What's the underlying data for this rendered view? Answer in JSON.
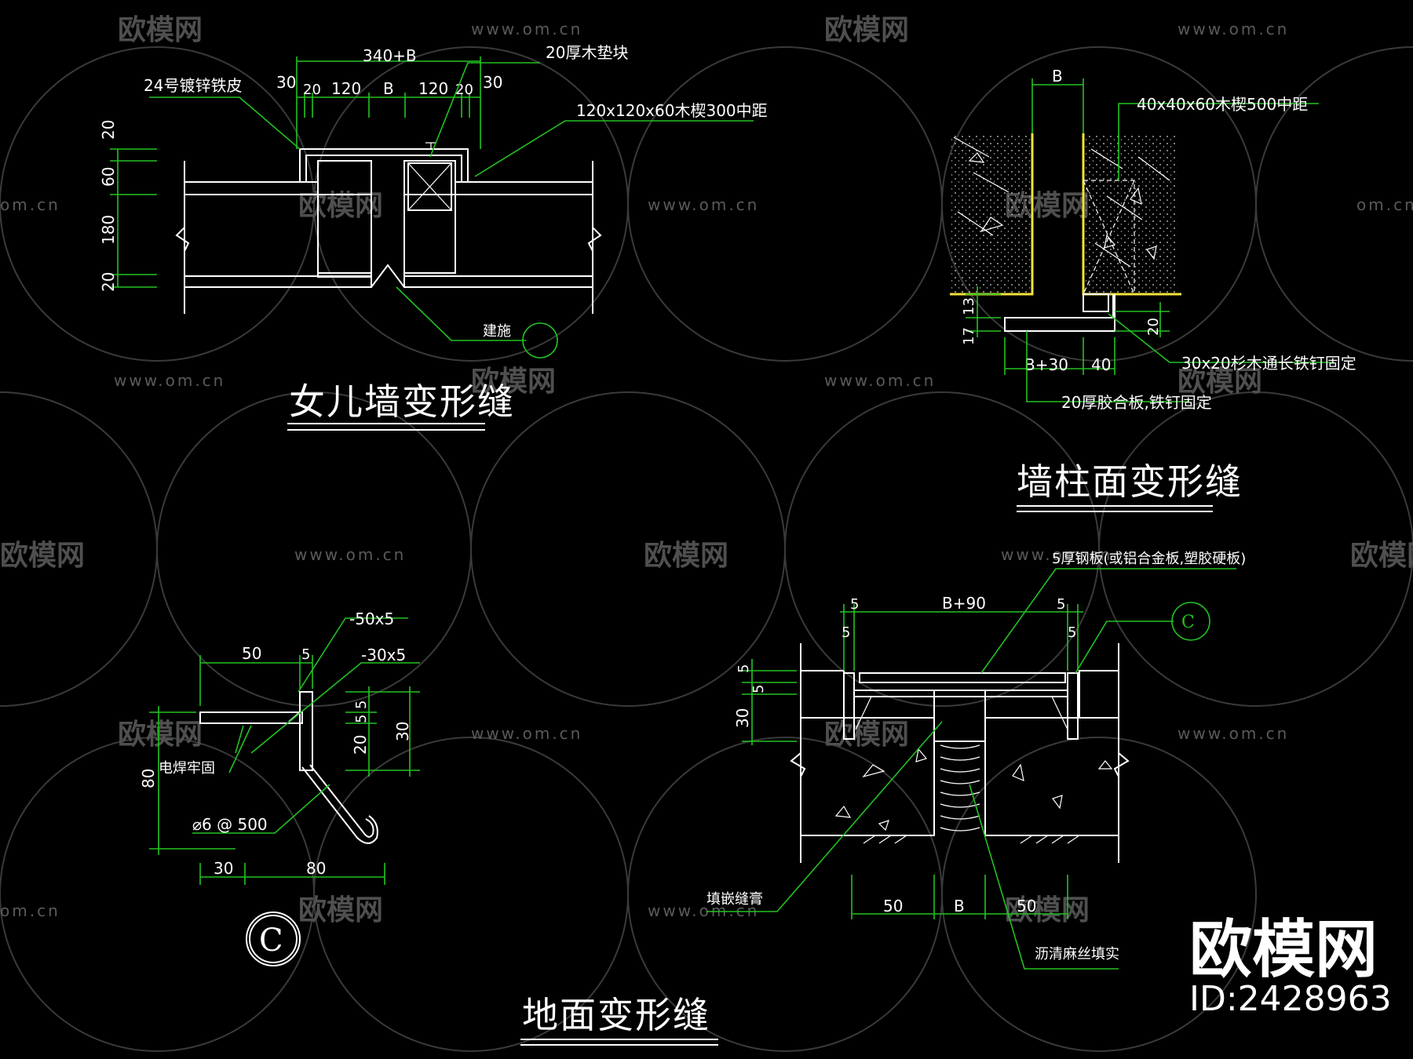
{
  "watermark": {
    "site": "www.om.cn",
    "site_partial": "om.cn",
    "logo": "欧模网",
    "logo_partial": "欧模网"
  },
  "brand": {
    "name": "欧模网",
    "id": "ID:2428963"
  },
  "parapet": {
    "title": "女儿墙变形缝",
    "dim_total": "340+B",
    "dims_top": [
      "30",
      "20",
      "120",
      "B",
      "120",
      "20",
      "30"
    ],
    "dims_left": [
      "20",
      "60",
      "180",
      "20"
    ],
    "label_sheet": "24号镀锌铁皮",
    "label_block": "20厚木垫块",
    "label_wood": "120x120x60木楔300中距",
    "label_arch": "建施"
  },
  "wallcol": {
    "title": "墙柱面变形缝",
    "dim_b": "B",
    "label_wood": "40x40x60木楔500中距",
    "dims_left": [
      "13",
      "17"
    ],
    "dim_right": "20",
    "dims_bottom": [
      "B+30",
      "40"
    ],
    "label_strip": "30x20杉木通长铁钉固定",
    "label_ply": "20厚胶合板,铁钉固定"
  },
  "detail_c": {
    "dim_50": "50",
    "dim_5": "5",
    "label_flat1": "-50x5",
    "label_flat2": "-30x5",
    "dims_right": [
      "5",
      "5",
      "20",
      "30"
    ],
    "dim_left": "80",
    "label_weld": "电焊牢固",
    "label_rebar": "⌀6 @ 500",
    "dims_bottom": [
      "30",
      "80"
    ],
    "mark": "C"
  },
  "floor": {
    "title": "地面变形缝",
    "label_plate": "5厚钢板(或铝合金板,塑胶硬板)",
    "dims_top": [
      "5",
      "B+90",
      "5"
    ],
    "dims_top_low": [
      "5",
      "5"
    ],
    "mark": "C",
    "dims_left": [
      "5",
      "5",
      "30"
    ],
    "label_sealant": "填嵌缝膏",
    "dims_bottom": [
      "50",
      "B",
      "50"
    ],
    "label_fill": "沥清麻丝填实"
  }
}
